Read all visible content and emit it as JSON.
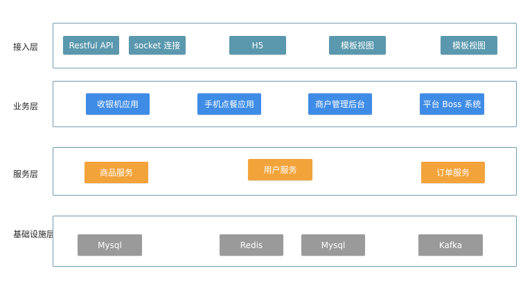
{
  "layers": [
    {
      "label": "接入层",
      "items": [
        "Restful API",
        "socket 连接",
        "H5",
        "模板视图",
        "模板视图"
      ]
    },
    {
      "label": "业务层",
      "items": [
        "收银机应用",
        "手机点餐应用",
        "商户管理后台",
        "平台 Boss 系统"
      ]
    },
    {
      "label": "服务层",
      "items": [
        "商品服务",
        "用户服务",
        "订单服务"
      ]
    },
    {
      "label": "基础设施层",
      "items": [
        "Mysql",
        "Redis",
        "Mysql",
        "Kafka"
      ]
    }
  ],
  "colors": {
    "access_block": "#5a98ad",
    "business_block": "#3f8ce6",
    "service_block": "#f2a33a",
    "infra_block": "#9a9a9a",
    "layer_border": "#6f9ab0"
  }
}
